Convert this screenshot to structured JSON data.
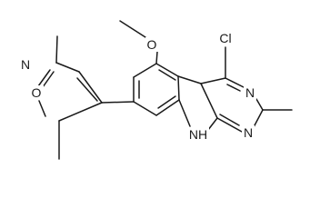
{
  "molecule": {
    "atoms": {
      "chlorine": "Cl",
      "pyrimidine_n_top": "N",
      "pyrimidine_n_bottom": "N",
      "indole_nh": "NH",
      "methoxy_o": "O",
      "isoxazole_n": "N",
      "isoxazole_o": "O"
    }
  }
}
